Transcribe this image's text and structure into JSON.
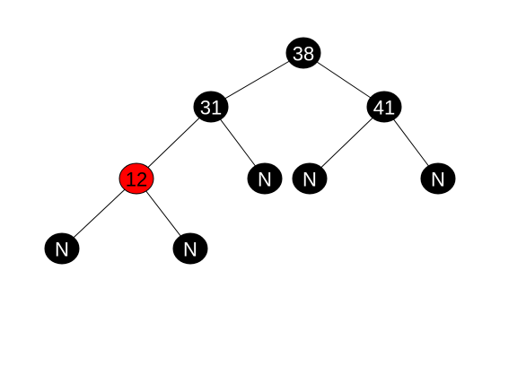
{
  "diagram": {
    "type": "red-black-tree",
    "colors": {
      "black_node": "#000000",
      "red_node": "#ff0000",
      "edge": "#000000",
      "black_text": "#ffffff",
      "red_text": "#000000"
    },
    "nodes": [
      {
        "id": "n38",
        "label": "38",
        "color": "black"
      },
      {
        "id": "n31",
        "label": "31",
        "color": "black"
      },
      {
        "id": "n41",
        "label": "41",
        "color": "black"
      },
      {
        "id": "n12",
        "label": "12",
        "color": "red"
      },
      {
        "id": "n31R",
        "label": "N",
        "color": "black"
      },
      {
        "id": "n41L",
        "label": "N",
        "color": "black"
      },
      {
        "id": "n41R",
        "label": "N",
        "color": "black"
      },
      {
        "id": "n12L",
        "label": "N",
        "color": "black"
      },
      {
        "id": "n12R",
        "label": "N",
        "color": "black"
      }
    ],
    "edges": [
      {
        "from": "n38",
        "to": "n31"
      },
      {
        "from": "n38",
        "to": "n41"
      },
      {
        "from": "n31",
        "to": "n12"
      },
      {
        "from": "n31",
        "to": "n31R"
      },
      {
        "from": "n41",
        "to": "n41L"
      },
      {
        "from": "n41",
        "to": "n41R"
      },
      {
        "from": "n12",
        "to": "n12L"
      },
      {
        "from": "n12",
        "to": "n12R"
      }
    ]
  }
}
